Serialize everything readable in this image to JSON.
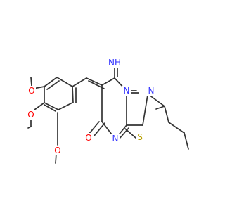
{
  "molecule": {
    "atoms": [
      {
        "id": "a1",
        "symbol": "NH",
        "color": "#3333ff"
      },
      {
        "id": "a2",
        "symbol": "N",
        "color": "#3333ff"
      },
      {
        "id": "a3",
        "symbol": "N",
        "color": "#3333ff"
      },
      {
        "id": "a4",
        "symbol": "N",
        "color": "#3333ff"
      },
      {
        "id": "a5",
        "symbol": "S",
        "color": "#b8a000"
      },
      {
        "id": "a6",
        "symbol": "O",
        "color": "#ff0000"
      },
      {
        "id": "a7",
        "symbol": "O",
        "color": "#ff0000"
      },
      {
        "id": "a8",
        "symbol": "O",
        "color": "#ff0000"
      },
      {
        "id": "a9",
        "symbol": "O",
        "color": "#ff0000"
      }
    ],
    "bond_color": "#333333"
  }
}
